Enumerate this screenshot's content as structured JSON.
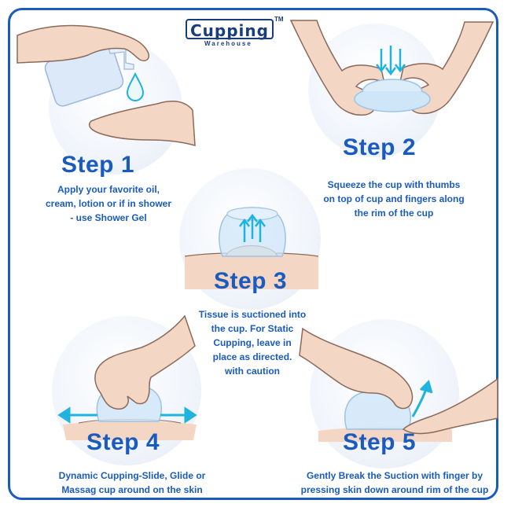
{
  "logo": {
    "name": "Cupping",
    "tm": "TM",
    "sub": "Warehouse"
  },
  "steps": [
    {
      "title": "Step 1",
      "lines": [
        "Apply your favorite oil,",
        "cream, lotion or if in shower",
        "- use Shower Gel"
      ]
    },
    {
      "title": "Step 2",
      "lines": [
        "Squeeze the cup with thumbs",
        "on top of cup and fingers along",
        "the rim of the cup"
      ]
    },
    {
      "title": "Step 3",
      "lines": [
        "Tissue is suctioned into",
        "the cup. For Static",
        "Cupping, leave in",
        "place as directed.",
        "with caution"
      ]
    },
    {
      "title": "Step 4",
      "lines": [
        "Dynamic Cupping-Slide, Glide or",
        "Massag  cup around on the skin"
      ]
    },
    {
      "title": "Step 5",
      "lines": [
        "Gently Break the Suction with  finger by",
        "pressing skin down around rim of the cup"
      ]
    }
  ],
  "colors": {
    "accent": "#1a5bbf",
    "skin": "#f3d6c4",
    "skin_line": "#8a6a5a",
    "arrow": "#1fb3e0",
    "cup": "#cfe6f8"
  }
}
